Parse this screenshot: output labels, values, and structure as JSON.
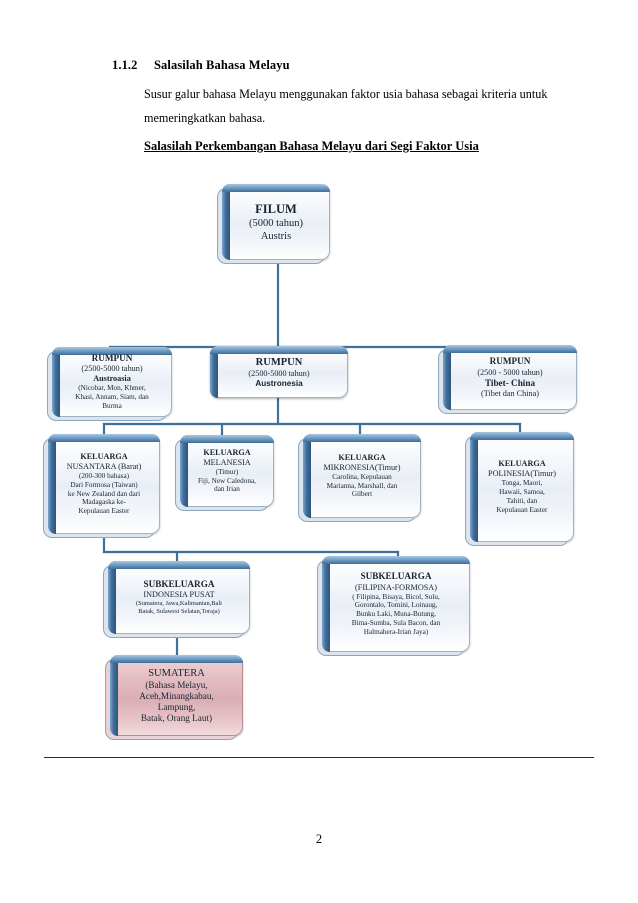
{
  "document": {
    "heading_number": "1.1.2",
    "heading_title": "Salasilah Bahasa Melayu",
    "paragraph": "Susur galur bahasa Melayu menggunakan faktor usia bahasa sebagai kriteria untuk memeringkatkan bahasa.",
    "subheading": "Salasilah Perkembangan Bahasa Melayu dari Segi Faktor Usia",
    "page_number": "2"
  },
  "diagram": {
    "filum": {
      "line1": "FILUM",
      "line2": "(5000 tahun)",
      "line3": "Austris"
    },
    "rumpun_austroasia": {
      "line1": "RUMPUN",
      "line2": "(2500-5000 tahun)",
      "line3": "Austroasia",
      "line4": "(Nicobar, Mon, Khmer,",
      "line5": "Khasi, Annam, Siam, dan",
      "line6": "Burma"
    },
    "rumpun_austronesia": {
      "line1": "RUMPUN",
      "line2": "(2500-5000 tahun)",
      "line3": "Austronesia"
    },
    "rumpun_tibet_china": {
      "line1": "RUMPUN",
      "line2": "(2500 - 5000 tahun)",
      "line3": "Tibet- China",
      "line4": "(Tibet dan China)"
    },
    "keluarga_nusantara": {
      "line1": "KELUARGA",
      "line2": "NUSANTARA (Barat)",
      "line3": "(200-300 bahasa)",
      "line4": "Dari Formosa (Taiwan)",
      "line5": "ke New Zealand dan dari",
      "line6": "Madagaska ke-",
      "line7": "Kepulauan Easter"
    },
    "keluarga_melanesia": {
      "line1": "KELUARGA",
      "line2": "MELANESIA",
      "line3": "(Timur)",
      "line4": "Fiji, New Caledona,",
      "line5": "dan Irian"
    },
    "keluarga_mikronesia": {
      "line1": "KELUARGA",
      "line2": "MIKRONESIA(Timur)",
      "line3": "Carolina, Kepulauan",
      "line4": "Marianna, Marshall, dan",
      "line5": "Gilbert"
    },
    "keluarga_polinesia": {
      "line1": "KELUARGA",
      "line2": "POLINESIA(Timur)",
      "line3": "Tonga, Maori,",
      "line4": "Hawaii, Samoa,",
      "line5": "Tahiti, dan",
      "line6": "Kepulauan Easter"
    },
    "subkeluarga_indonesia_pusat": {
      "line1": "SUBKELUARGA",
      "line2": "INDONESIA PUSAT",
      "line3": "(Sumatera, Jawa,Kalimantan,Bali",
      "line4": "Batak, Sulawesi Selatan,Toraja)"
    },
    "subkeluarga_filipina_formosa": {
      "line1": "SUBKELUARGA",
      "line2": "(FILIPINA-FORMOSA)",
      "line3": "( Filipina, Bisaya, Bicol, Sulu,",
      "line4": "Gorontalo, Tomini,  Loinaug,",
      "line5": "Bunku Laki,  Muna-Butung,",
      "line6": "Bima-Sumba,  Sula Bacon, dan",
      "line7": "Halmahera-Irian Jaya)"
    },
    "sumatera": {
      "line1": "SUMATERA",
      "line2": "(Bahasa Melayu,",
      "line3": "Aceh,Minangkabau,",
      "line4": "Lampung,",
      "line5": "Batak, Orang Laut)"
    }
  },
  "colors": {
    "node_border": "#9fb2c6",
    "node_accent": "#3d6d9a",
    "connector": "#3f6f9b",
    "highlight_fill": "#d9aeb4"
  }
}
